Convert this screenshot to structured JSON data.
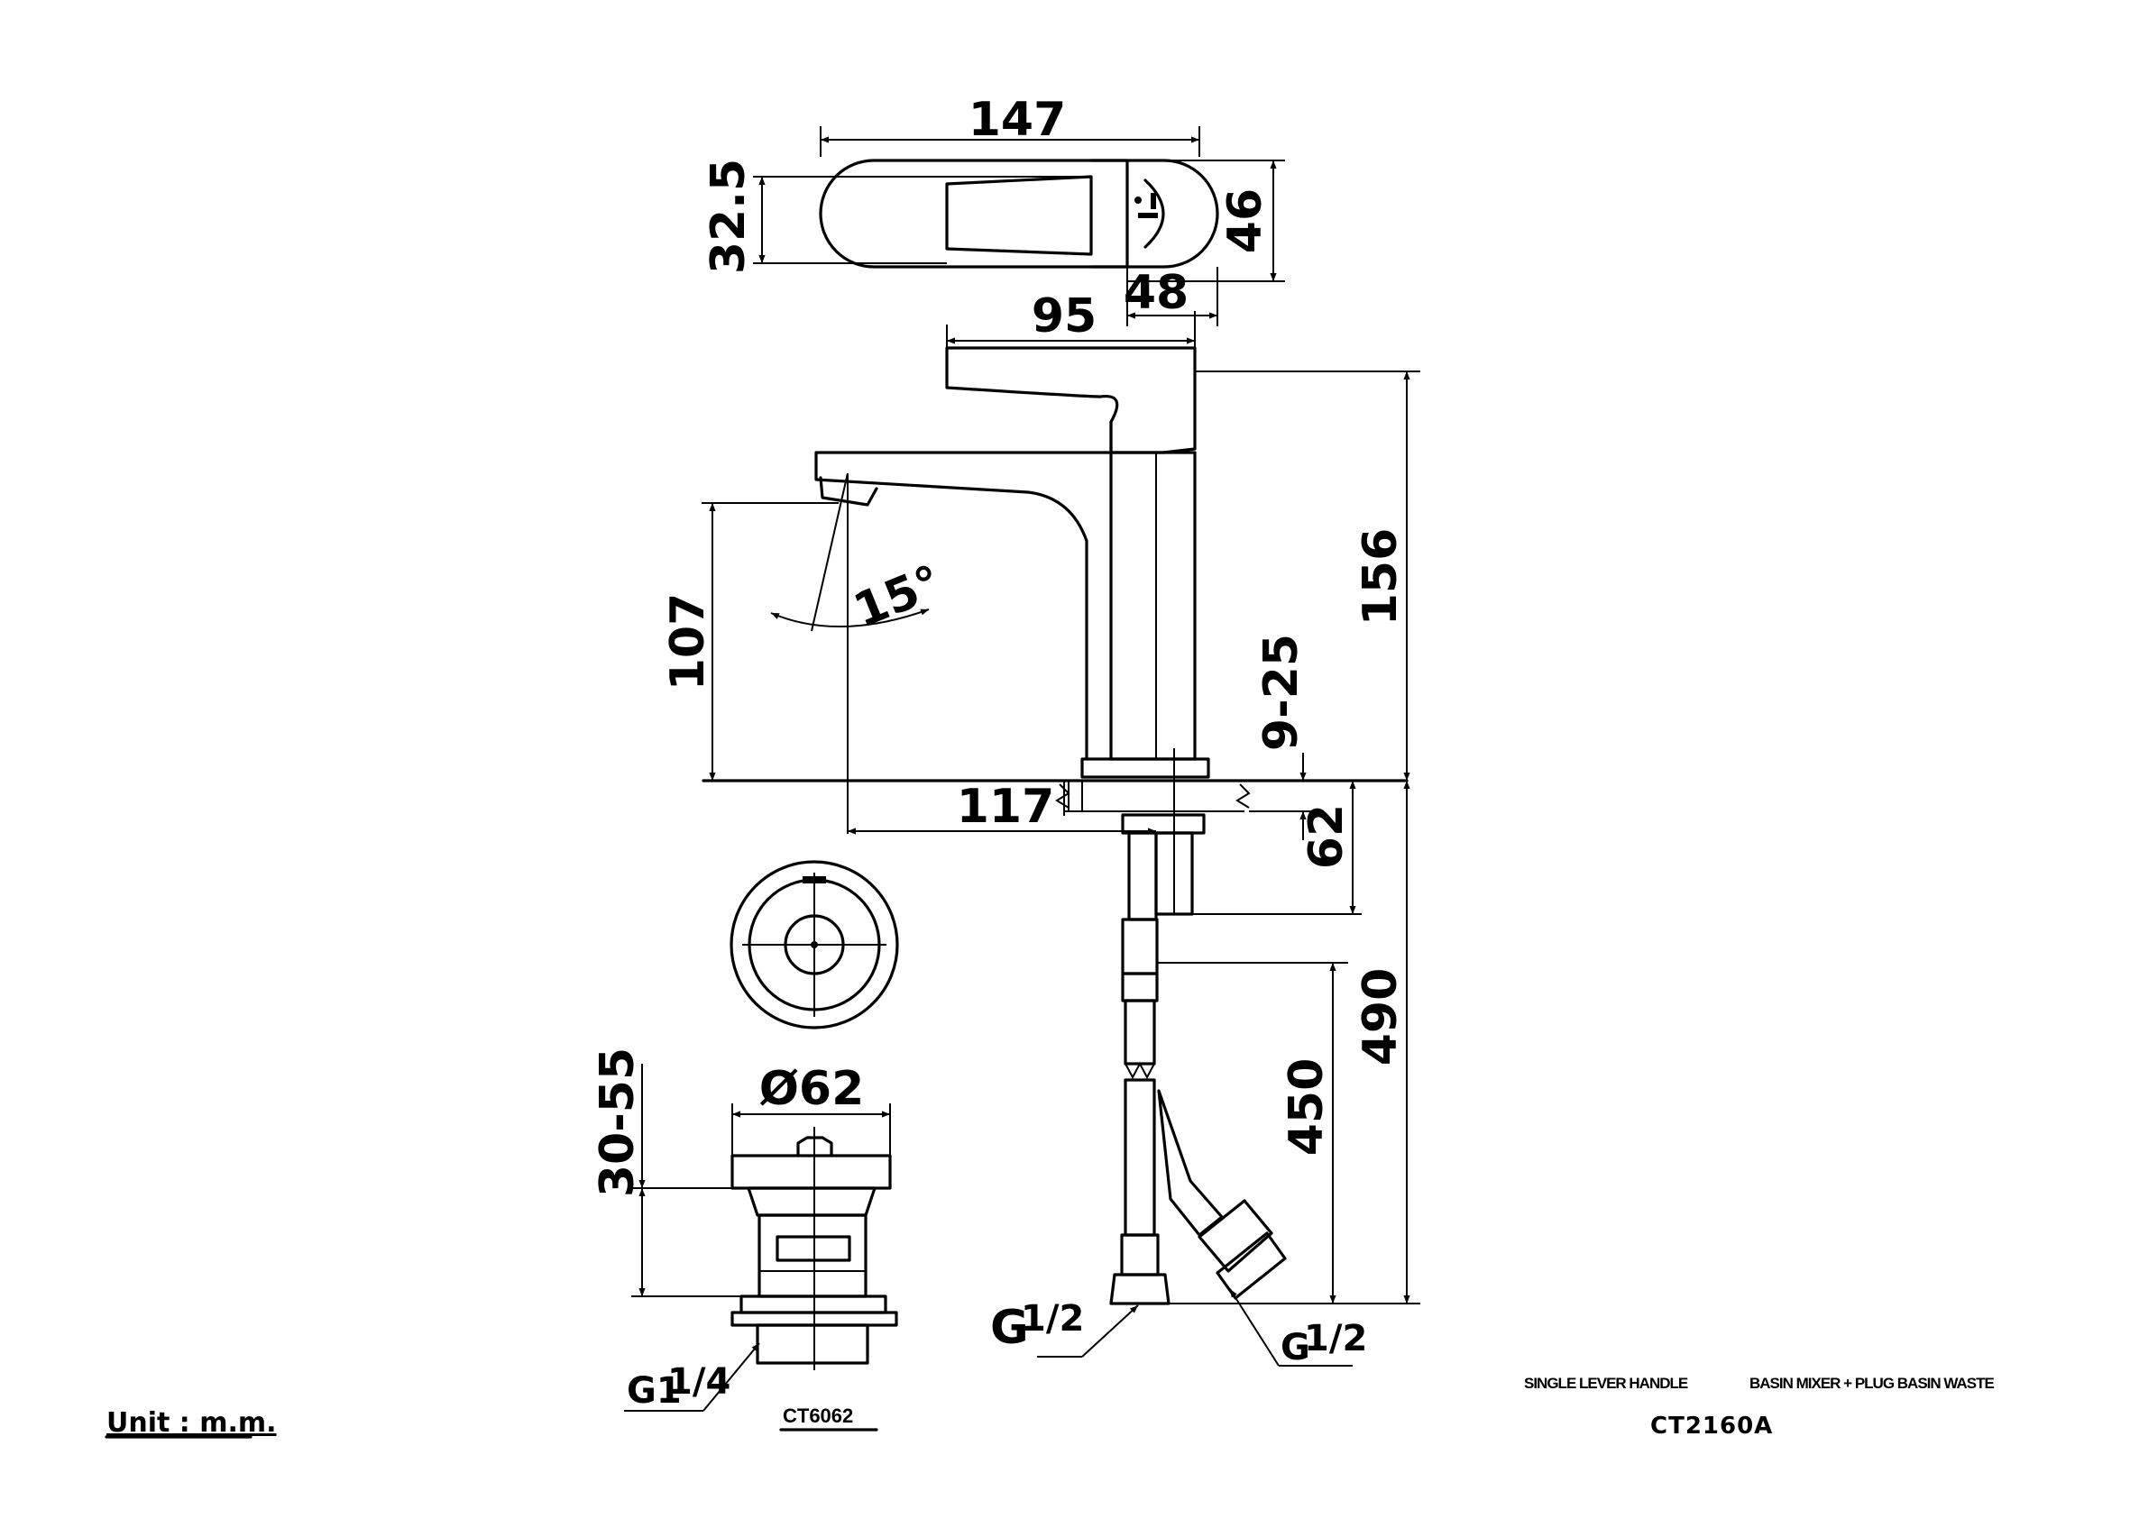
{
  "dimensions": {
    "top_width": "147",
    "top_depth": "46",
    "top_handle_offset": "32.5",
    "top_handle_width": "48",
    "lever_reach": "95",
    "total_height": "156",
    "spout_height": "107",
    "spray_angle": "15°",
    "spout_reach": "117",
    "deck_thickness": "9-25",
    "tail_length": "62",
    "hose_length_short": "450",
    "hose_length_total": "490",
    "waste_diameter": "Ø62",
    "waste_height": "30-55"
  },
  "threads": {
    "hose_left": "G",
    "hose_left_fraction": "1/2",
    "hose_right": "G",
    "hose_right_fraction": "1/2",
    "waste": "G1",
    "waste_fraction": "1/4"
  },
  "labels": {
    "unit": "Unit : m.m.",
    "waste_model": "CT6062",
    "description_left": "SINGLE LEVER HANDLE",
    "description_right": "BASIN MIXER + PLUG BASIN WASTE",
    "product_code": "CT2160A"
  }
}
